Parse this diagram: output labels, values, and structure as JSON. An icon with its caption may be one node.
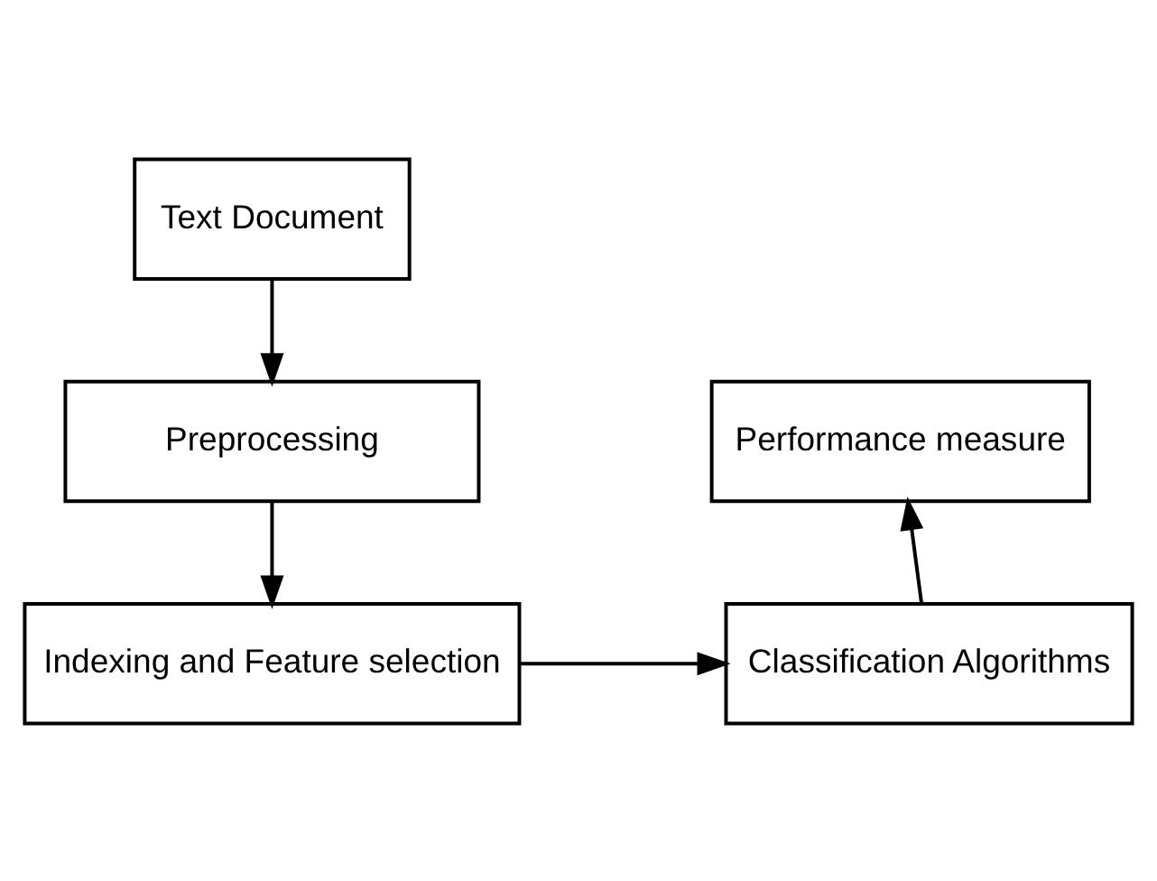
{
  "diagram": {
    "nodes": [
      {
        "text": [
          "Text Document"
        ]
      },
      {
        "text": [
          "Preprocessing"
        ]
      },
      {
        "text": [
          "Indexing and Feature selection"
        ]
      },
      {
        "text": [
          "Classification Algorithms"
        ]
      },
      {
        "text": [
          "Performance measure"
        ]
      }
    ],
    "edges": [
      {
        "from": 0,
        "to": 1,
        "arrow": "to"
      },
      {
        "from": 1,
        "to": 2,
        "arrow": "to"
      },
      {
        "from": 2,
        "to": 3,
        "arrow": "to"
      },
      {
        "from": 3,
        "to": 4,
        "arrow": "to"
      }
    ]
  }
}
